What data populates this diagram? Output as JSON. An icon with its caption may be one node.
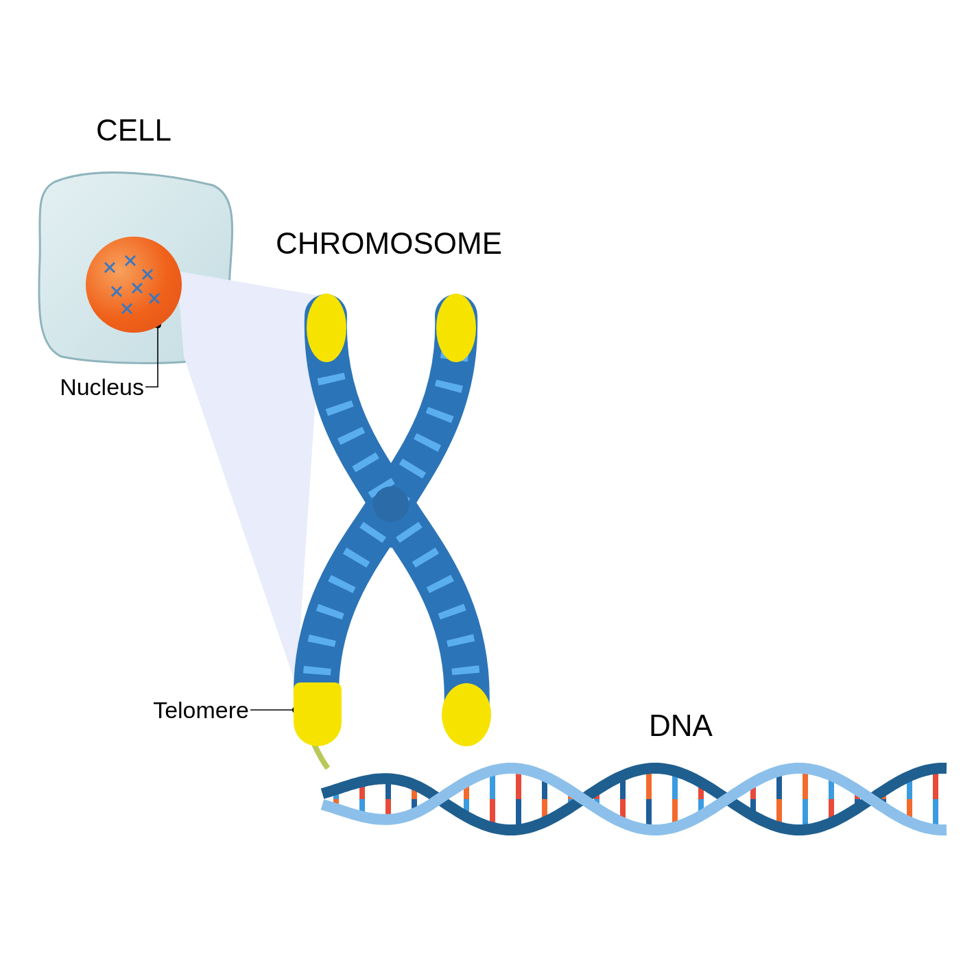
{
  "diagram": {
    "nodes": [
      {
        "text": [
          "Nucleus"
        ]
      },
      {
        "text": [],
        "shape": "circle"
      },
      {
        "text": [
          "Telomere"
        ]
      },
      {
        "text": [],
        "shape": "bar"
      }
    ],
    "edges": [
      {
        "from": 0,
        "to": 1,
        "arrow": "other"
      },
      {
        "from": 2,
        "to": 3,
        "arrow": "other"
      }
    ],
    "labels": [
      "CELL",
      "CHROMOSOME",
      "DNA"
    ]
  }
}
